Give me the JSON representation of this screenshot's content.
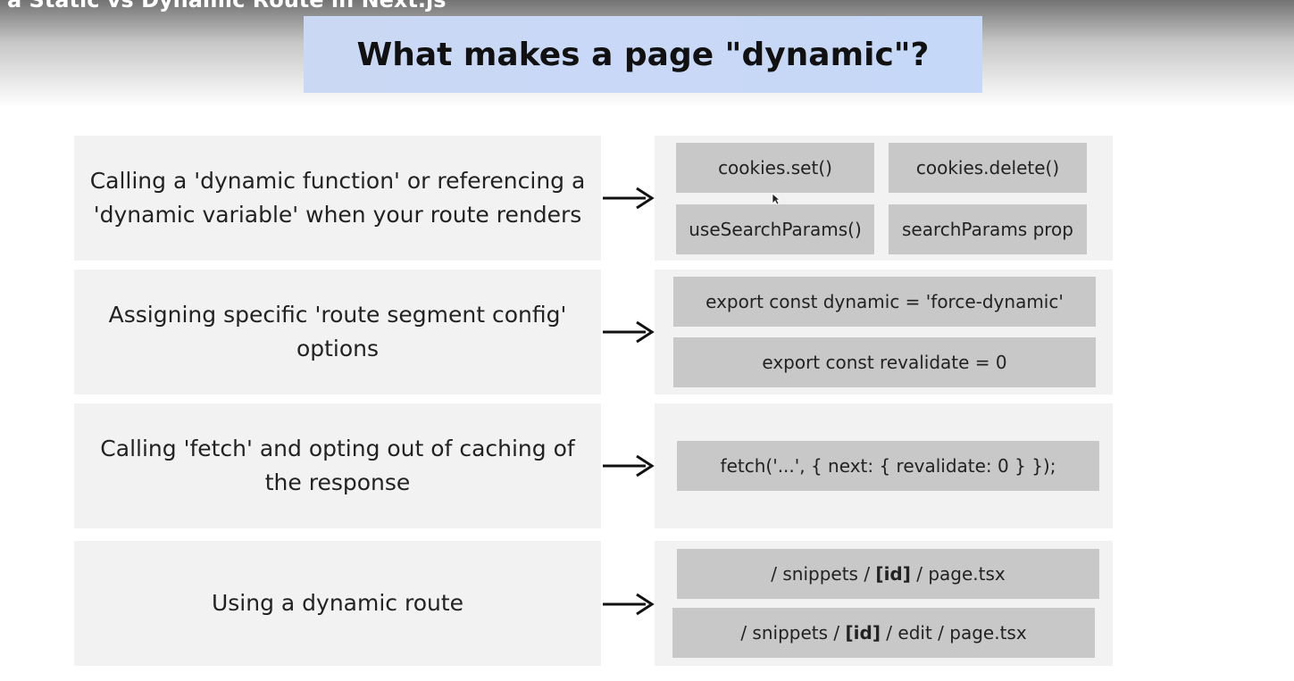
{
  "video": {
    "title": "a Static vs Dynamic Route in Next.js"
  },
  "slide": {
    "title": "What makes a page \"dynamic\"?",
    "rows": [
      {
        "text": "Calling a 'dynamic function' or referencing a 'dynamic variable' when your route renders",
        "examples": [
          "cookies.set()",
          "cookies.delete()",
          "useSearchParams()",
          "searchParams prop"
        ]
      },
      {
        "text": "Assigning specific 'route segment config' options",
        "examples": [
          "export const dynamic = 'force-dynamic'",
          "export const revalidate = 0"
        ]
      },
      {
        "text": "Calling 'fetch' and opting out of caching of the response",
        "examples": [
          "fetch('...', { next: { revalidate: 0 } });"
        ]
      },
      {
        "text": "Using a dynamic route",
        "examples": [
          {
            "pre": "/ snippets / ",
            "bold": "[id]",
            "post": " / page.tsx"
          },
          {
            "pre": "/ snippets / ",
            "bold": "[id]",
            "post": " / edit / page.tsx"
          }
        ]
      }
    ]
  }
}
